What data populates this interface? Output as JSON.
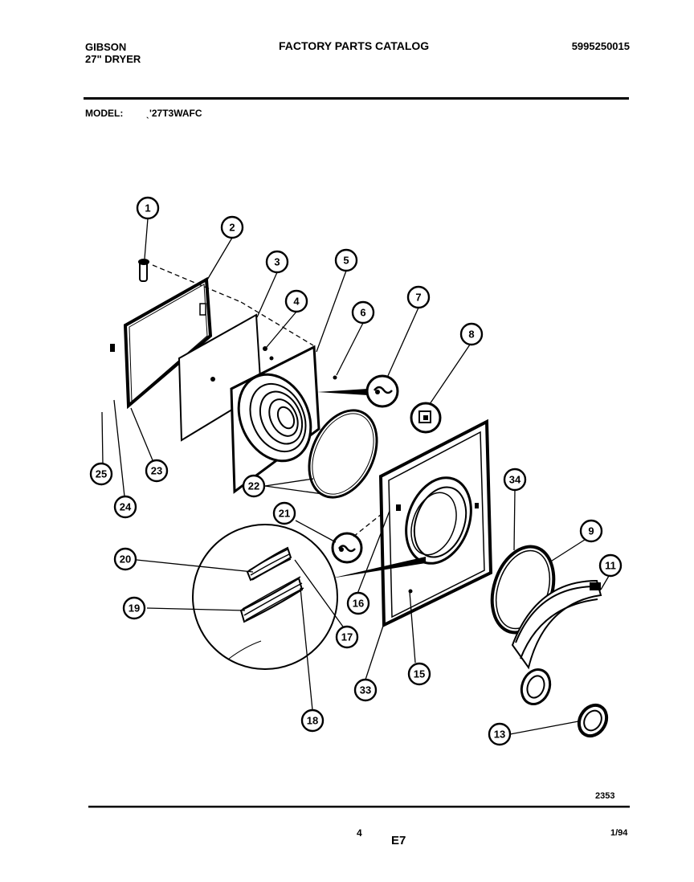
{
  "header": {
    "brand": "GIBSON",
    "product": "27\" DRYER",
    "title": "FACTORY PARTS CATALOG",
    "part_number": "5995250015",
    "model_label": "MODEL:",
    "model_value": "ˎ'27T3WAFC"
  },
  "callouts": [
    "1",
    "2",
    "3",
    "4",
    "5",
    "6",
    "7",
    "8",
    "9",
    "11",
    "13",
    "15",
    "16",
    "17",
    "18",
    "19",
    "20",
    "21",
    "22",
    "23",
    "24",
    "25",
    "33",
    "34"
  ],
  "footer": {
    "ref_number": "2353",
    "page": "4",
    "code": "E7",
    "date": "1/94"
  }
}
